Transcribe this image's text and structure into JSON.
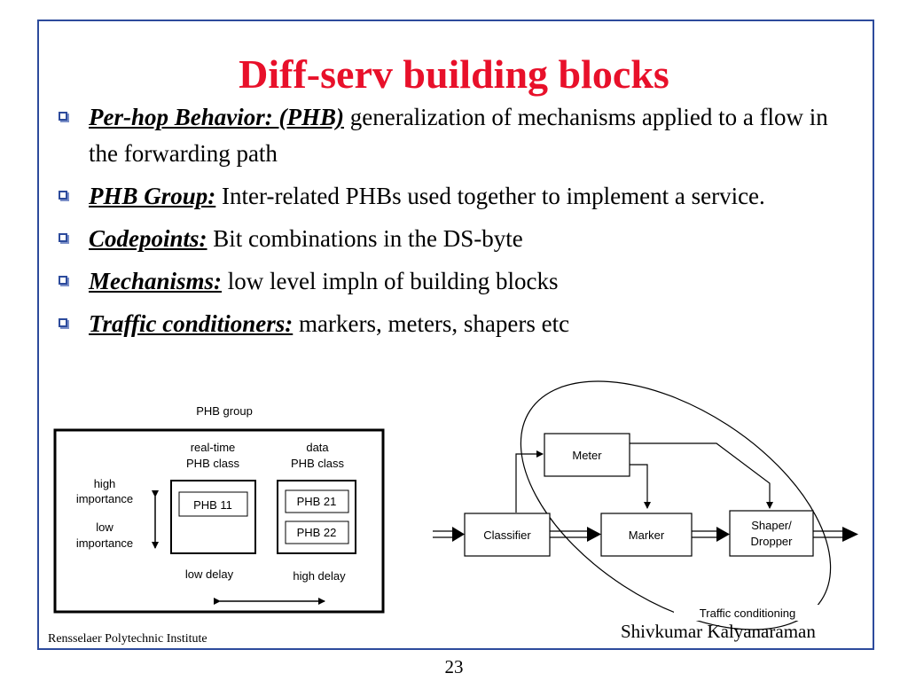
{
  "slide": {
    "title": "Diff-serv building blocks",
    "bullets": [
      {
        "term": "Per-hop Behavior: (PHB)",
        "text": " generalization of mechanisms applied to a flow in the forwarding path"
      },
      {
        "term": "PHB Group:",
        "text": " Inter-related PHBs used together to implement a service."
      },
      {
        "term": "Codepoints:",
        "text": " Bit combinations in the DS-byte"
      },
      {
        "term": "Mechanisms:",
        "text": " low level impln of building blocks"
      },
      {
        "term": "Traffic conditioners:",
        "text": " markers, meters, shapers etc"
      }
    ],
    "footer_left": "Rensselaer Polytechnic Institute",
    "footer_right": "Shivkumar Kalyanaraman",
    "page_number": "23"
  },
  "phb_diagram": {
    "group_label": "PHB group",
    "class_realtime_line1": "real-time",
    "class_realtime_line2": "PHB class",
    "class_data_line1": "data",
    "class_data_line2": "PHB class",
    "high_line1": "high",
    "high_line2": "importance",
    "low_line1": "low",
    "low_line2": "importance",
    "phb11": "PHB 11",
    "phb21": "PHB 21",
    "phb22": "PHB 22",
    "low_delay": "low delay",
    "high_delay": "high delay"
  },
  "traffic_diagram": {
    "meter": "Meter",
    "classifier": "Classifier",
    "marker": "Marker",
    "shaper_line1": "Shaper/",
    "shaper_line2": "Dropper",
    "conditioning_label": "Traffic conditioning"
  }
}
